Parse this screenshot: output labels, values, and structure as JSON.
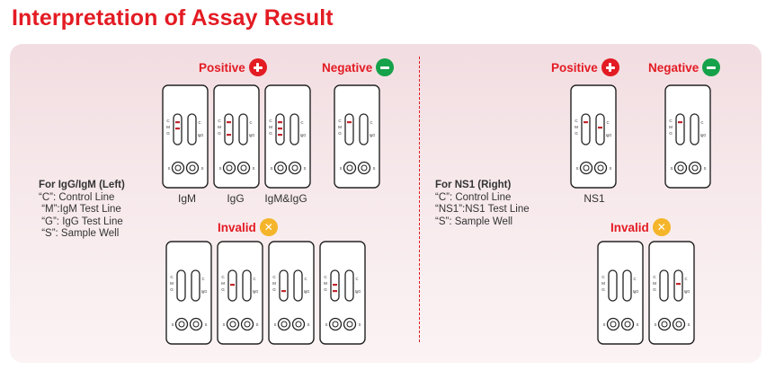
{
  "title": "Interpretation of Assay Result",
  "colors": {
    "brand_red": "#e31b23",
    "negative_green": "#15a24a",
    "invalid_amber": "#f5b52a",
    "line_red": "#c0272d"
  },
  "left": {
    "positive_label": "Positive",
    "negative_label": "Negative",
    "invalid_label": "Invalid",
    "legend": {
      "heading": "For IgG/IgM (Left)",
      "lines": [
        "“C”: Control Line",
        " “M”:IgM Test Line",
        " “G”: IgG Test Line",
        " “S”: Sample Well"
      ]
    },
    "captions": [
      "IgM",
      "IgG",
      "IgM&IgG"
    ]
  },
  "right": {
    "positive_label": "Positive",
    "negative_label": "Negative",
    "invalid_label": "Invalid",
    "legend": {
      "heading": "For NS1 (Right)",
      "lines": [
        "“C”: Control Line",
        "“NS1”:NS1 Test Line",
        "“S”: Sample Well"
      ]
    },
    "captions": [
      "NS1"
    ]
  },
  "cassette_labels": {
    "control": "C",
    "igm": "M",
    "igg": "G",
    "igg_side": "IgG",
    "sample": "S"
  },
  "icons": {
    "positive": "plus-circle-icon",
    "negative": "minus-circle-icon",
    "invalid": "x-circle-icon"
  },
  "cassettes": {
    "left_positive": [
      {
        "result": "IgM positive",
        "lines": [
          "C",
          "M"
        ]
      },
      {
        "result": "IgG positive",
        "lines": [
          "C",
          "G"
        ]
      },
      {
        "result": "IgM and IgG positive",
        "lines": [
          "C",
          "M",
          "G"
        ]
      }
    ],
    "left_negative": [
      {
        "result": "negative",
        "lines": [
          "C"
        ]
      }
    ],
    "left_invalid": [
      {
        "result": "invalid",
        "lines": []
      },
      {
        "result": "invalid",
        "lines": [
          "M"
        ]
      },
      {
        "result": "invalid",
        "lines": [
          "G"
        ]
      },
      {
        "result": "invalid",
        "lines": [
          "M",
          "G"
        ]
      }
    ],
    "right_positive": [
      {
        "result": "NS1 positive",
        "lines": [
          "C",
          "NS1"
        ]
      }
    ],
    "right_negative": [
      {
        "result": "negative",
        "lines": [
          "C"
        ]
      }
    ],
    "right_invalid": [
      {
        "result": "invalid",
        "lines": []
      },
      {
        "result": "invalid",
        "lines": [
          "NS1"
        ]
      }
    ]
  }
}
